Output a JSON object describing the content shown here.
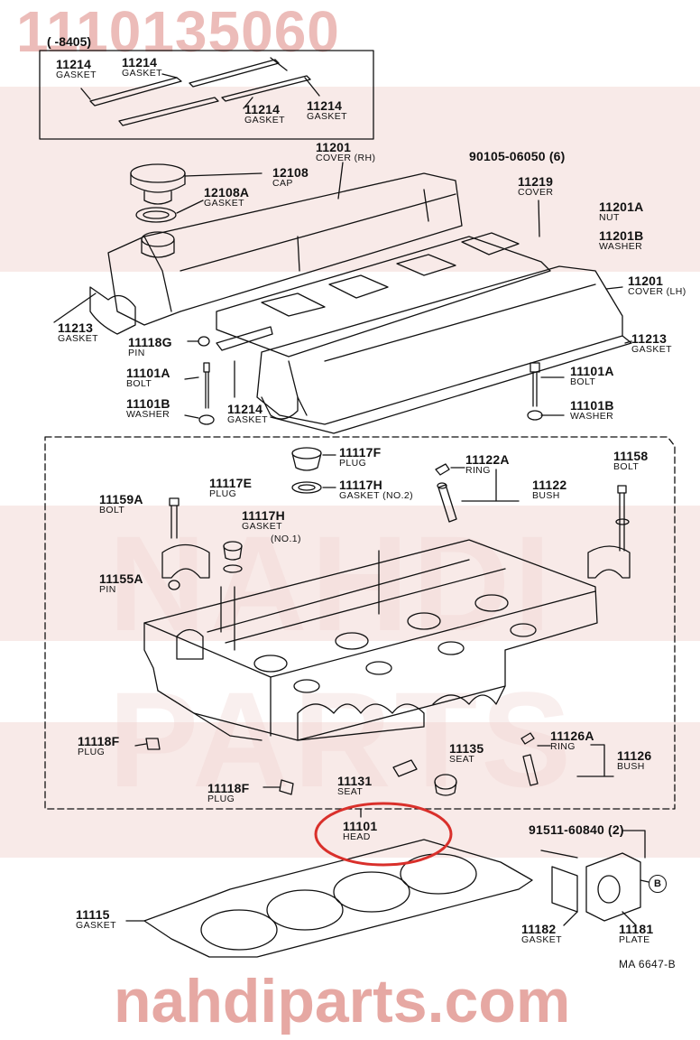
{
  "watermark": {
    "top": "1110135060",
    "bottom": "nahdiparts.com",
    "middle": "NAHDI PARTS"
  },
  "diagram": {
    "inset_date": "(      -8405)",
    "code": "MA 6647-B",
    "circle_ref": "B"
  },
  "parts": [
    {
      "id": "p1",
      "number": "11214",
      "name": "GASKET"
    },
    {
      "id": "p2",
      "number": "11214",
      "name": "GASKET"
    },
    {
      "id": "p3",
      "number": "11214",
      "name": "GASKET"
    },
    {
      "id": "p4",
      "number": "11214",
      "name": "GASKET"
    },
    {
      "id": "p5",
      "number": "11201",
      "name": "COVER (RH)"
    },
    {
      "id": "p6",
      "number": "12108",
      "name": "CAP"
    },
    {
      "id": "p7",
      "number": "12108A",
      "name": "GASKET"
    },
    {
      "id": "p8",
      "number": "90105-06050 (6)",
      "name": ""
    },
    {
      "id": "p9",
      "number": "11219",
      "name": "COVER"
    },
    {
      "id": "p10",
      "number": "11201A",
      "name": "NUT"
    },
    {
      "id": "p11",
      "number": "11201B",
      "name": "WASHER"
    },
    {
      "id": "p12",
      "number": "11201",
      "name": "COVER (LH)"
    },
    {
      "id": "p13",
      "number": "11213",
      "name": "GASKET"
    },
    {
      "id": "p14",
      "number": "11118G",
      "name": "PIN"
    },
    {
      "id": "p15",
      "number": "11101A",
      "name": "BOLT"
    },
    {
      "id": "p16",
      "number": "11101B",
      "name": "WASHER"
    },
    {
      "id": "p17",
      "number": "11214",
      "name": "GASKET"
    },
    {
      "id": "p18",
      "number": "11213",
      "name": "GASKET"
    },
    {
      "id": "p19",
      "number": "11101A",
      "name": "BOLT"
    },
    {
      "id": "p20",
      "number": "11101B",
      "name": "WASHER"
    },
    {
      "id": "p21",
      "number": "11117F",
      "name": "PLUG"
    },
    {
      "id": "p22",
      "number": "11117H",
      "name": "GASKET (NO.2)"
    },
    {
      "id": "p23",
      "number": "11122A",
      "name": "RING"
    },
    {
      "id": "p24",
      "number": "11122",
      "name": "BUSH"
    },
    {
      "id": "p25",
      "number": "11158",
      "name": "BOLT"
    },
    {
      "id": "p26",
      "number": "11117E",
      "name": "PLUG"
    },
    {
      "id": "p27",
      "number": "11159A",
      "name": "BOLT"
    },
    {
      "id": "p28",
      "number": "11117H",
      "name": "GASKET"
    },
    {
      "id": "p28b",
      "number": "",
      "name": "(NO.1)"
    },
    {
      "id": "p29",
      "number": "11155A",
      "name": "PIN"
    },
    {
      "id": "p30",
      "number": "11118F",
      "name": "PLUG"
    },
    {
      "id": "p31",
      "number": "11126A",
      "name": "RING"
    },
    {
      "id": "p32",
      "number": "11135",
      "name": "SEAT"
    },
    {
      "id": "p33",
      "number": "11126",
      "name": "BUSH"
    },
    {
      "id": "p34",
      "number": "11131",
      "name": "SEAT"
    },
    {
      "id": "p35",
      "number": "11118F",
      "name": "PLUG"
    },
    {
      "id": "p36",
      "number": "11101",
      "name": "HEAD"
    },
    {
      "id": "p37",
      "number": "91511-60840 (2)",
      "name": ""
    },
    {
      "id": "p38",
      "number": "11115",
      "name": "GASKET"
    },
    {
      "id": "p39",
      "number": "11182",
      "name": "GASKET"
    },
    {
      "id": "p40",
      "number": "11181",
      "name": "PLATE"
    }
  ],
  "colors": {
    "watermark": "#e9b1ad",
    "highlight": "#d9302b",
    "line": "#111111"
  }
}
